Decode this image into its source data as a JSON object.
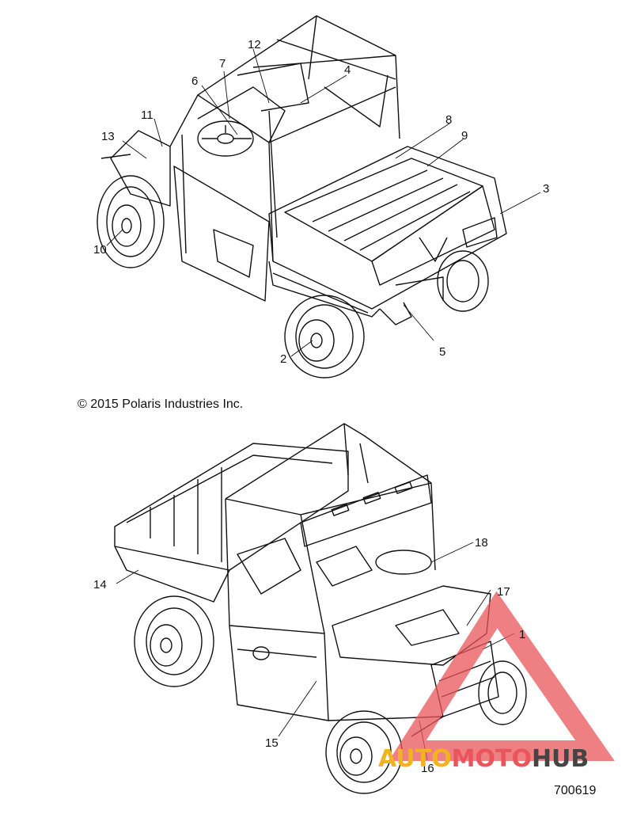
{
  "copyright": "© 2015 Polaris Industries Inc.",
  "diagram_id": "700619",
  "watermark": {
    "part1": "AUTO",
    "part2": "MOTO",
    "part3": "HUB"
  },
  "callouts": {
    "c1": "1",
    "c2": "2",
    "c3": "3",
    "c4": "4",
    "c5": "5",
    "c6": "6",
    "c7": "7",
    "c8": "8",
    "c9": "9",
    "c10": "10",
    "c11": "11",
    "c12": "12",
    "c13": "13",
    "c14": "14",
    "c15": "15",
    "c16": "16",
    "c17": "17",
    "c18": "18"
  },
  "colors": {
    "line": "#111111",
    "watermark_triangle": "#e8555a",
    "watermark_yellow": "#f2b321",
    "watermark_dark": "#444444"
  }
}
